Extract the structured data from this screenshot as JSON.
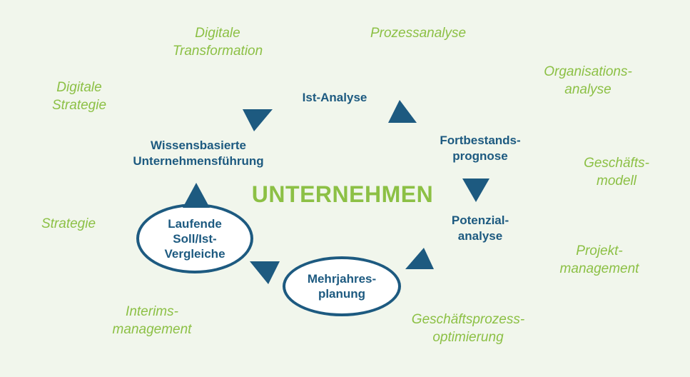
{
  "center": {
    "title": "UNTERNEHMEN"
  },
  "cycle": [
    {
      "id": "ist-analyse",
      "lines": [
        "Ist-Analyse"
      ]
    },
    {
      "id": "fortbestandsprognose",
      "lines": [
        "Fortbestands-",
        "prognose"
      ]
    },
    {
      "id": "potenzialanalyse",
      "lines": [
        "Potenzial-",
        "analyse"
      ]
    },
    {
      "id": "mehrjahresplanung",
      "lines": [
        "Mehrjahres-",
        "planung"
      ]
    },
    {
      "id": "soll-ist-vergleiche",
      "lines": [
        "Laufende",
        "Soll/Ist-",
        "Vergleiche"
      ]
    },
    {
      "id": "wissensbasierte-unternehmensfuehrung",
      "lines": [
        "Wissensbasierte",
        "Unternehmensführung"
      ]
    }
  ],
  "services": [
    {
      "id": "digitale-transformation",
      "lines": [
        "Digitale",
        "Transformation"
      ]
    },
    {
      "id": "prozessanalyse",
      "lines": [
        "Prozessanalyse"
      ]
    },
    {
      "id": "organisationsanalyse",
      "lines": [
        "Organisations-",
        "analyse"
      ]
    },
    {
      "id": "digitale-strategie",
      "lines": [
        "Digitale",
        "Strategie"
      ]
    },
    {
      "id": "geschaeftsmodell",
      "lines": [
        "Geschäfts-",
        "modell"
      ]
    },
    {
      "id": "strategie",
      "lines": [
        "Strategie"
      ]
    },
    {
      "id": "projektmanagement",
      "lines": [
        "Projekt-",
        "management"
      ]
    },
    {
      "id": "interimsmanagement",
      "lines": [
        "Interims-",
        "management"
      ]
    },
    {
      "id": "geschaeftsprozessoptimierung",
      "lines": [
        "Geschäftsprozess-",
        "optimierung"
      ]
    }
  ],
  "colors": {
    "background": "#f1f6ec",
    "accent_green": "#8cc045",
    "dark_blue": "#1d5a80"
  }
}
